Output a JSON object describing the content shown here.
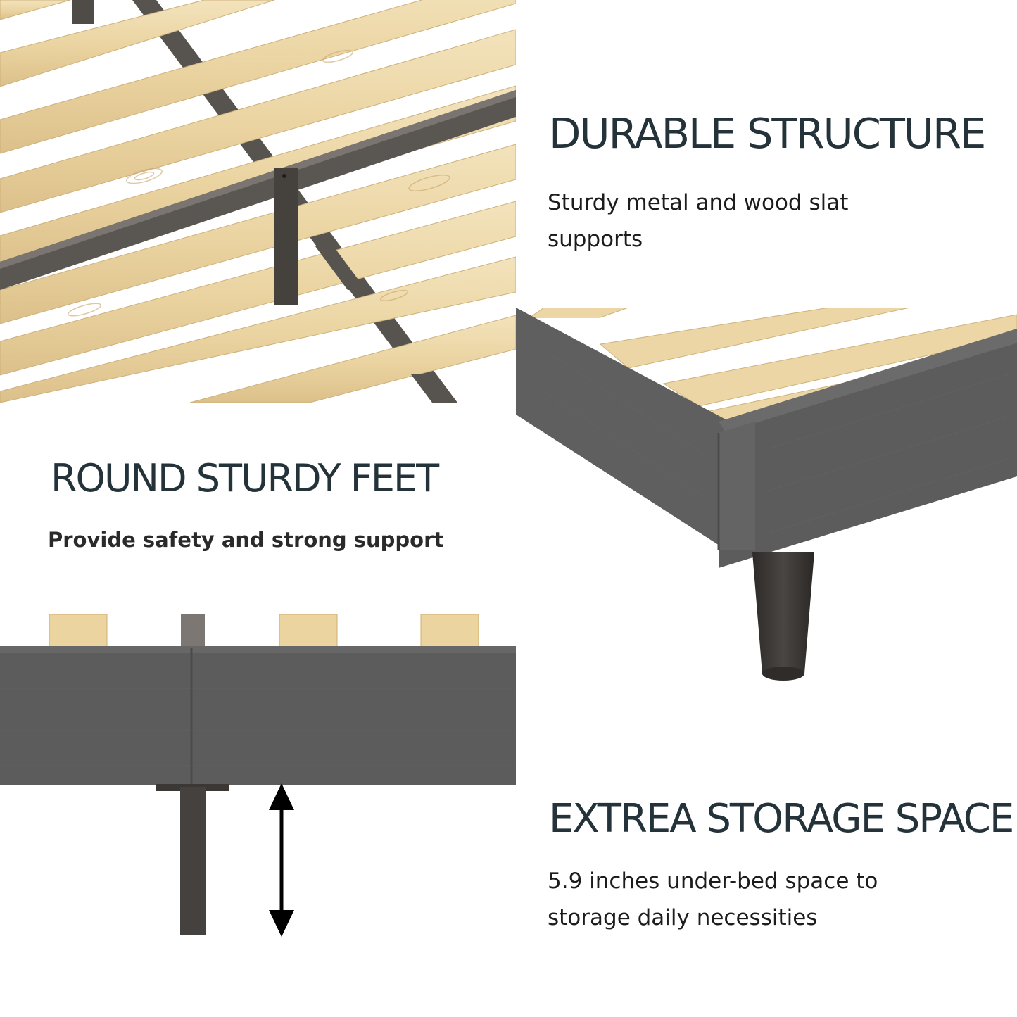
{
  "features": {
    "durable": {
      "title": "DURABLE STRUCTURE",
      "text": "Sturdy metal and wood slat supports"
    },
    "feet": {
      "title": "ROUND STURDY FEET",
      "text": "Provide safety and strong support"
    },
    "storage": {
      "title": "EXTREA STORAGE SPACE",
      "text": "5.9 inches under-bed space to storage daily necessities"
    }
  },
  "colors": {
    "heading": "#24323a",
    "wood": "#ecd7a8",
    "metal": "#55514d",
    "fabric": "#5c5c5c",
    "leg": "#393634"
  },
  "images": [
    "slats-and-metal-frame-photo",
    "upholstered-corner-with-round-leg-photo",
    "side-rail-clearance-photo"
  ],
  "icons": [
    "double-headed-arrow-icon"
  ]
}
